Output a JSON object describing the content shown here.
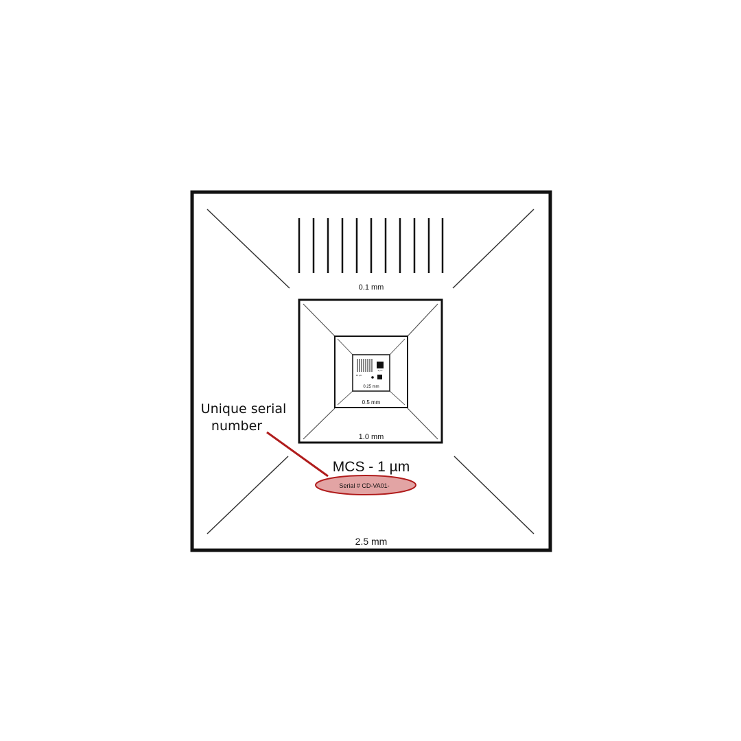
{
  "labels": {
    "scale_0_1": "0.1 mm",
    "scale_0_25": "0.25 mm",
    "scale_0_5": "0.5 mm",
    "scale_1_0": "1.0 mm",
    "scale_2_5": "2.5 mm",
    "tiny_left": "10 µm",
    "tiny_right": "5 µm",
    "title": "MCS - 1 µm",
    "serial": "Serial # CD-VA01-"
  },
  "callout": {
    "line1": "Unique serial",
    "line2": "number"
  },
  "colors": {
    "ink": "#111111",
    "callout_line": "#b01c1c",
    "highlight_fill": "#e2a4a4",
    "highlight_stroke": "#b01c1c"
  }
}
